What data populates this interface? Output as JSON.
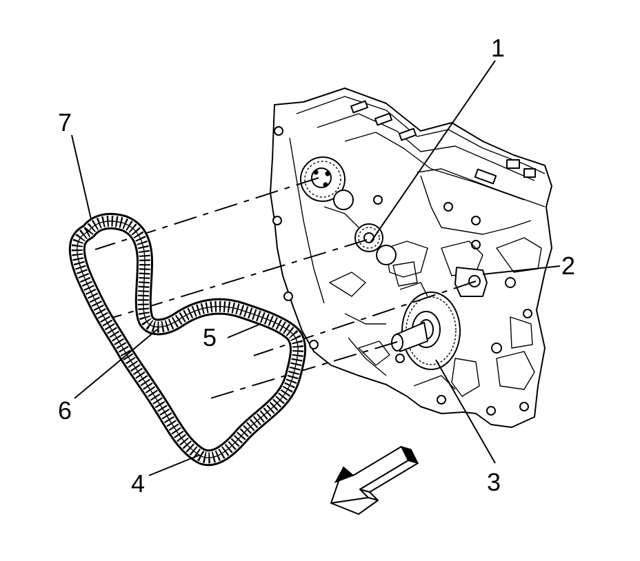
{
  "callouts": [
    {
      "id": "1",
      "label": "1"
    },
    {
      "id": "2",
      "label": "2"
    },
    {
      "id": "3",
      "label": "3"
    },
    {
      "id": "4",
      "label": "4"
    },
    {
      "id": "5",
      "label": "5"
    },
    {
      "id": "6",
      "label": "6"
    },
    {
      "id": "7",
      "label": "7"
    }
  ],
  "icons": {
    "direction_arrow": "front-direction-arrow-icon"
  },
  "colors": {
    "ink": "#000000",
    "paper": "#ffffff"
  }
}
